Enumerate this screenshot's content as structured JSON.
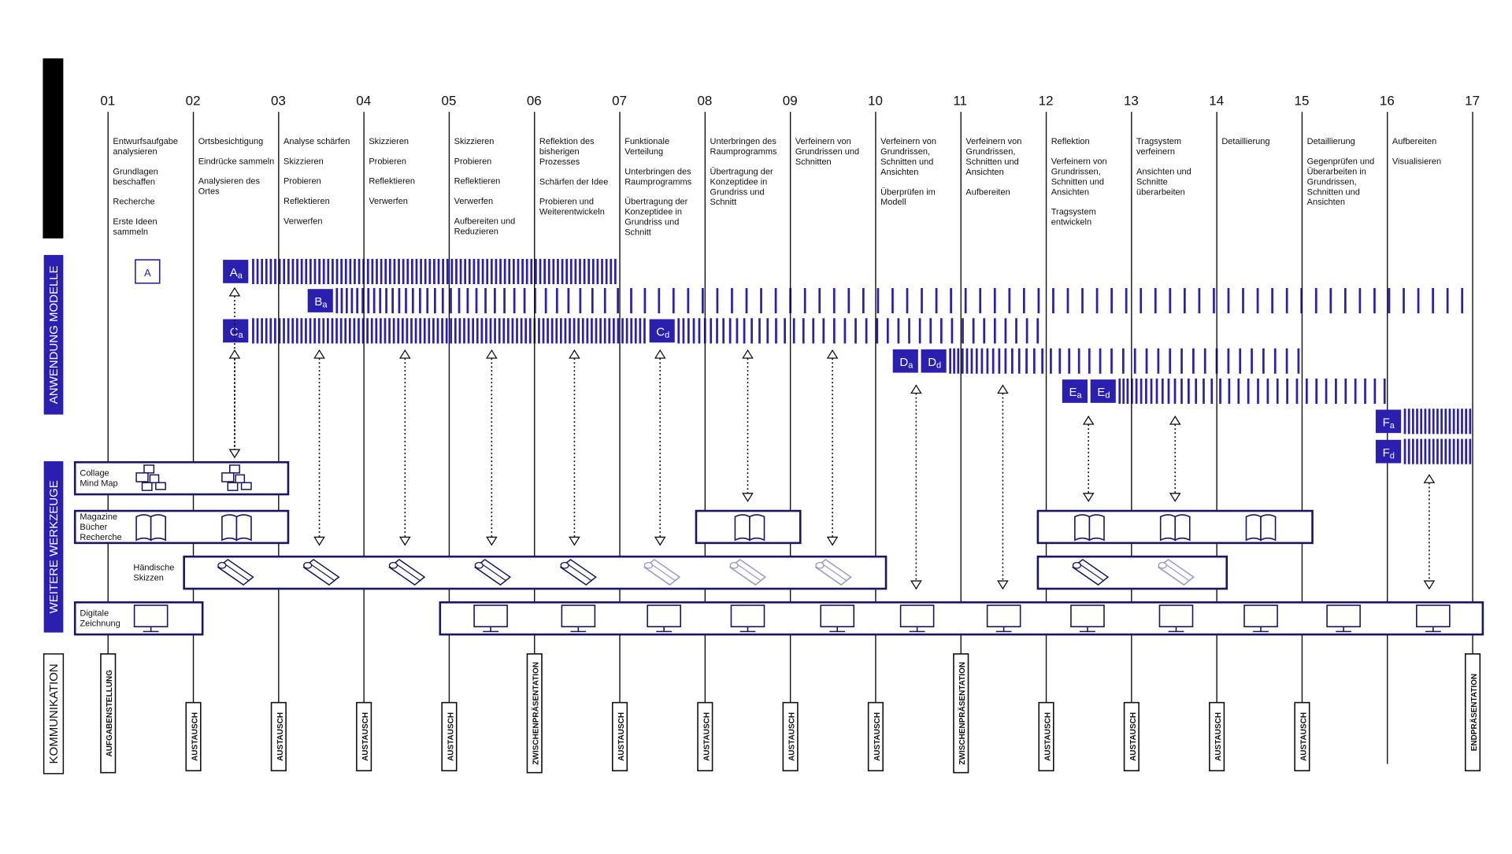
{
  "colors": {
    "accent": "#2b1fb0",
    "dark": "#1a1660",
    "ink": "#111111",
    "faint": "#9a97c8"
  },
  "weeks": [
    "01",
    "02",
    "03",
    "04",
    "05",
    "06",
    "07",
    "08",
    "09",
    "10",
    "11",
    "12",
    "13",
    "14",
    "15",
    "16",
    "17"
  ],
  "tasks": [
    [
      "Entwurfsaufgabe analysieren",
      "Grundlagen beschaffen",
      "Recherche",
      "Erste Ideen sammeln"
    ],
    [
      "Ortsbesichtigung",
      "Eindrücke sammeln",
      "Analysieren des Ortes"
    ],
    [
      "Analyse schärfen",
      "Skizzieren",
      "Probieren",
      "Reflektieren",
      "Verwerfen"
    ],
    [
      "Skizzieren",
      "Probieren",
      "Reflektieren",
      "Verwerfen"
    ],
    [
      "Skizzieren",
      "Probieren",
      "Reflektieren",
      "Verwerfen",
      "Aufbereiten und Reduzieren"
    ],
    [
      "Reflektion des bisherigen Prozesses",
      "Schärfen der Idee",
      "Probieren und Weiterentwickeln"
    ],
    [
      "Funktionale Verteilung",
      "Unterbringen des Raumprogramms",
      "Übertragung der Konzeptidee in Grundriss und Schnitt"
    ],
    [
      "Unterbringen des Raumprogramms",
      "Übertragung der Konzeptidee in Grundriss und Schnitt"
    ],
    [
      "Verfeinern von Grundrissen und Schnitten"
    ],
    [
      "Verfeinern von Grundrissen, Schnitten und Ansichten",
      "Überprüfen im Modell"
    ],
    [
      "Verfeinern von Grundrissen, Schnitten und Ansichten",
      "Aufbereiten"
    ],
    [
      "Reflektion",
      "Verfeinern von Grundrissen, Schnitten und Ansichten",
      "Tragsystem entwickeln"
    ],
    [
      "Tragsystem verfeinern",
      "Ansichten und Schnitte überarbeiten"
    ],
    [
      "Detaillierung"
    ],
    [
      "Detaillierung",
      "Gegenprüfen und Überarbeiten in Grundrissen, Schnitten und Ansichten"
    ],
    [
      "Aufbereiten",
      "Visualisieren"
    ],
    []
  ],
  "sections": {
    "models": "ANWENDUNG MODELLE",
    "tools": "WEITERE WERKZEUGE",
    "communication": "KOMMUNIKATION"
  },
  "models": {
    "intro_label": "A",
    "rows": [
      {
        "badges": [
          {
            "main": "A",
            "sub": "a"
          }
        ]
      },
      {
        "badges": [
          {
            "main": "B",
            "sub": "a"
          }
        ]
      },
      {
        "badges": [
          {
            "main": "C",
            "sub": "a"
          },
          {
            "main": "C",
            "sub": "d"
          }
        ]
      },
      {
        "badges": [
          {
            "main": "D",
            "sub": "a"
          },
          {
            "main": "D",
            "sub": "d"
          }
        ]
      },
      {
        "badges": [
          {
            "main": "E",
            "sub": "a"
          },
          {
            "main": "E",
            "sub": "d"
          }
        ]
      },
      {
        "badges": [
          {
            "main": "F",
            "sub": "a"
          }
        ]
      },
      {
        "badges": [
          {
            "main": "F",
            "sub": "d"
          }
        ]
      }
    ]
  },
  "tools": [
    {
      "label": [
        "Collage",
        "Mind Map"
      ],
      "icon": "collage-icon"
    },
    {
      "label": [
        "Magazine",
        "Bücher",
        "Recherche"
      ],
      "icon": "book-icon"
    },
    {
      "label": [
        "Händische",
        "Skizzen"
      ],
      "icon": "sketch-roll-icon"
    },
    {
      "label": [
        "Digitale",
        "Zeichnung"
      ],
      "icon": "monitor-icon"
    }
  ],
  "communication": [
    "AUFGABENSTELLUNG",
    "AUSTAUSCH",
    "AUSTAUSCH",
    "AUSTAUSCH",
    "AUSTAUSCH",
    "ZWISCHENPRÄSENTATION",
    "AUSTAUSCH",
    "AUSTAUSCH",
    "AUSTAUSCH",
    "AUSTAUSCH",
    "ZWISCHENPRÄSENTATION",
    "AUSTAUSCH",
    "AUSTAUSCH",
    "AUSTAUSCH",
    "AUSTAUSCH",
    "ENDPRÄSENTATION"
  ]
}
